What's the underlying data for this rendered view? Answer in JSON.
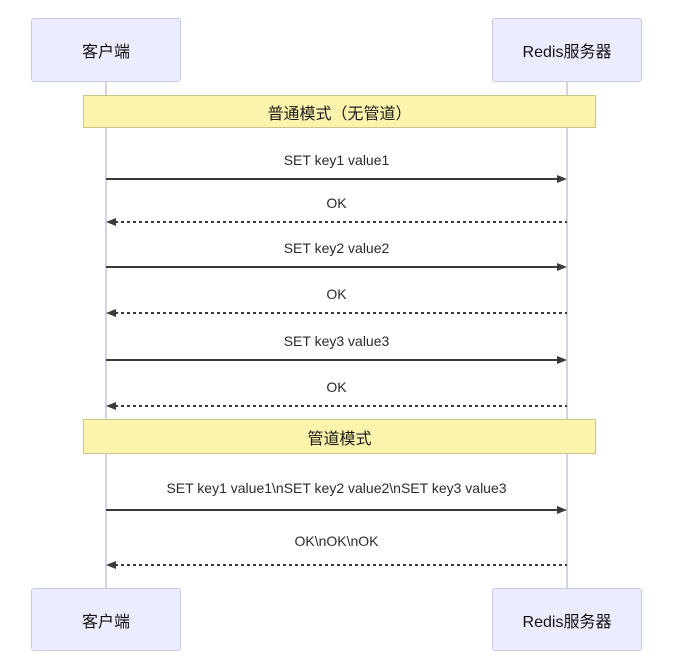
{
  "diagram": {
    "type": "sequence-diagram",
    "topic": "Redis pipeline vs normal mode",
    "actors": [
      {
        "id": "client",
        "label": "客户端"
      },
      {
        "id": "redis-server",
        "label": "Redis服务器"
      }
    ],
    "sections": [
      {
        "id": "normal-mode",
        "label": "普通模式（无管道）"
      },
      {
        "id": "pipeline-mode",
        "label": "管道模式"
      }
    ],
    "messages": [
      {
        "from": "client",
        "to": "redis-server",
        "text": "SET key1 value1",
        "line_style": "solid",
        "section": "normal-mode"
      },
      {
        "from": "redis-server",
        "to": "client",
        "text": "OK",
        "line_style": "dashed",
        "section": "normal-mode"
      },
      {
        "from": "client",
        "to": "redis-server",
        "text": "SET key2 value2",
        "line_style": "solid",
        "section": "normal-mode"
      },
      {
        "from": "redis-server",
        "to": "client",
        "text": "OK",
        "line_style": "dashed",
        "section": "normal-mode"
      },
      {
        "from": "client",
        "to": "redis-server",
        "text": "SET key3 value3",
        "line_style": "solid",
        "section": "normal-mode"
      },
      {
        "from": "redis-server",
        "to": "client",
        "text": "OK",
        "line_style": "dashed",
        "section": "normal-mode"
      },
      {
        "from": "client",
        "to": "redis-server",
        "text": "SET key1 value1\\nSET key2 value2\\nSET key3 value3",
        "line_style": "solid",
        "section": "pipeline-mode"
      },
      {
        "from": "redis-server",
        "to": "client",
        "text": "OK\\nOK\\nOK",
        "line_style": "dashed",
        "section": "pipeline-mode"
      }
    ],
    "colors": {
      "background": "#FFFFFF",
      "actor_fill": "#ECECFF",
      "actor_border": "#C9C9E8",
      "section_fill": "#FCF3AD",
      "section_border": "#C9C487",
      "arrow": "#3B3B3B",
      "lifeline": "#D6D1E6"
    }
  }
}
